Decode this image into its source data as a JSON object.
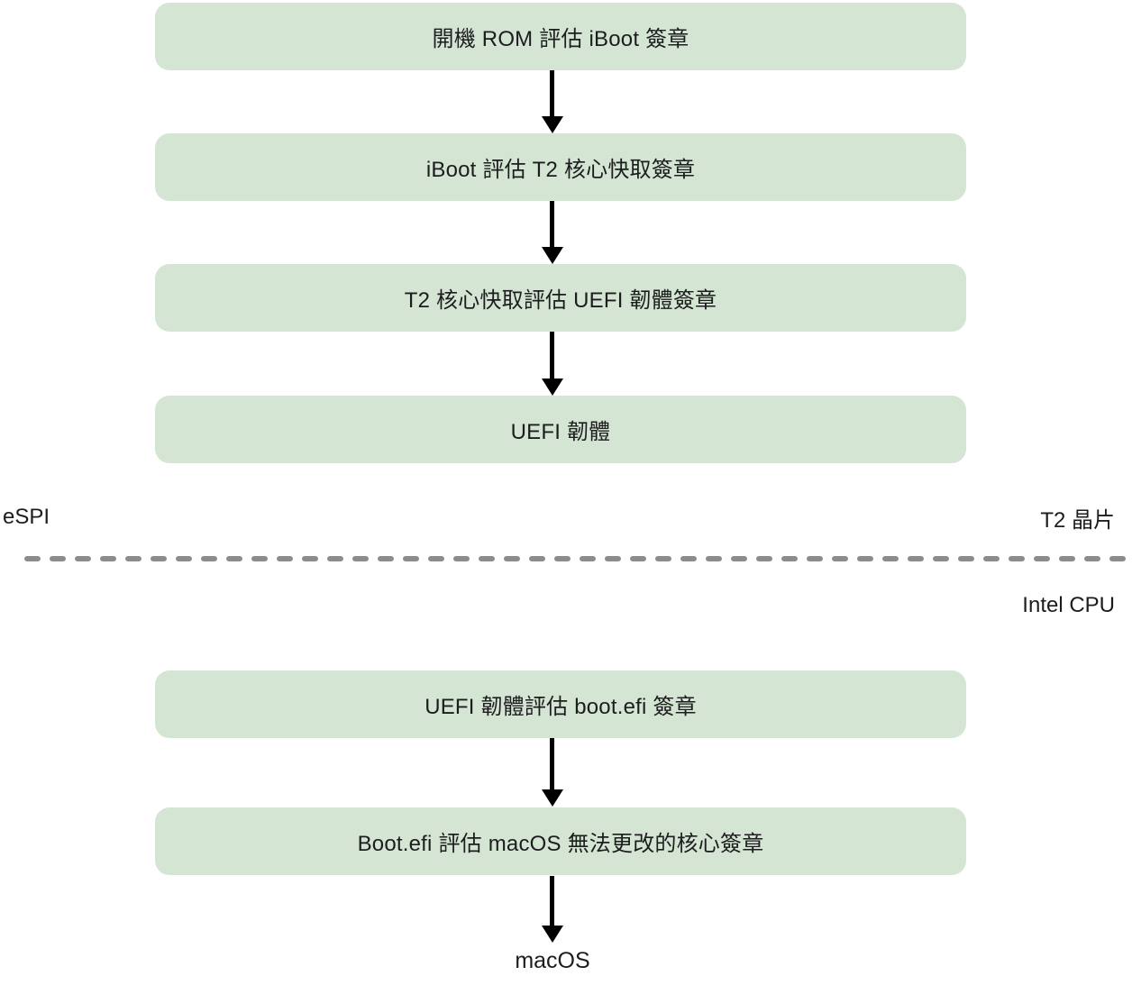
{
  "colors": {
    "background": "#ffffff",
    "box_fill": "#d4e5d3",
    "text": "#1d1d1f",
    "arrow": "#000000",
    "divider": "#8c8c8c"
  },
  "t2_section": {
    "interface_label": "eSPI",
    "chip_label": "T2 晶片",
    "boxes": [
      "開機 ROM 評估 iBoot 簽章",
      "iBoot 評估 T2 核心快取簽章",
      "T2 核心快取評估 UEFI 韌體簽章",
      "UEFI 韌體"
    ]
  },
  "intel_section": {
    "cpu_label": "Intel CPU",
    "boxes": [
      "UEFI 韌體評估 boot.efi 簽章",
      "Boot.efi 評估 macOS 無法更改的核心簽章"
    ],
    "terminal_label": "macOS"
  }
}
